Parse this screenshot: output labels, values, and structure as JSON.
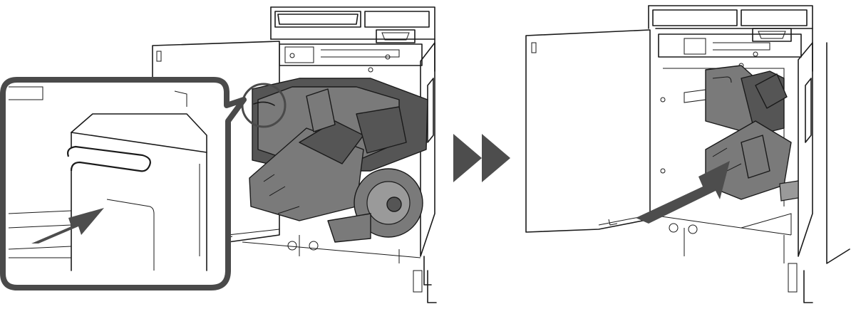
{
  "figure": {
    "panels": [
      {
        "id": "before",
        "component": "drawer-unit",
        "state": "pulled-out",
        "callout": "handle-grip-zoom"
      },
      {
        "id": "after",
        "component": "drawer-unit",
        "state": "pushed-in"
      }
    ],
    "separator_icon": "double-chevron-right-icon",
    "colors": {
      "line": "#1a1a1a",
      "unit_fill": "#7a7a7a",
      "unit_dark": "#555555",
      "arrow_fill": "#4d4d4d",
      "callout_border": "#4a4a4a",
      "background": "#ffffff"
    }
  }
}
